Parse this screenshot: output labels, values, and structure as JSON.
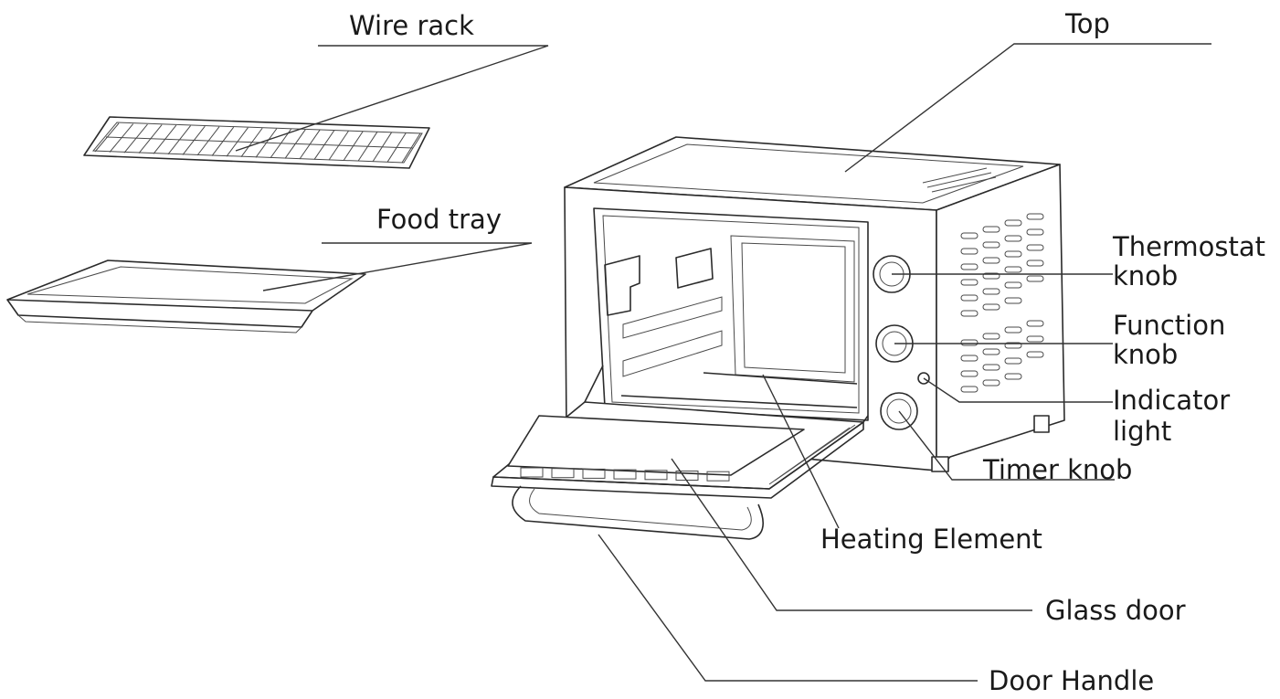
{
  "labels": {
    "wire_rack": "Wire rack",
    "food_tray": "Food tray",
    "top": "Top",
    "thermostat_knob_line1": "Thermostat",
    "thermostat_knob_line2": "knob",
    "function_knob_line1": "Function",
    "function_knob_line2": "knob",
    "indicator_light_line1": "Indicator",
    "indicator_light_line2": "light",
    "timer_knob": "Timer knob",
    "heating_element": "Heating Element",
    "glass_door": "Glass door",
    "door_handle": "Door Handle"
  }
}
